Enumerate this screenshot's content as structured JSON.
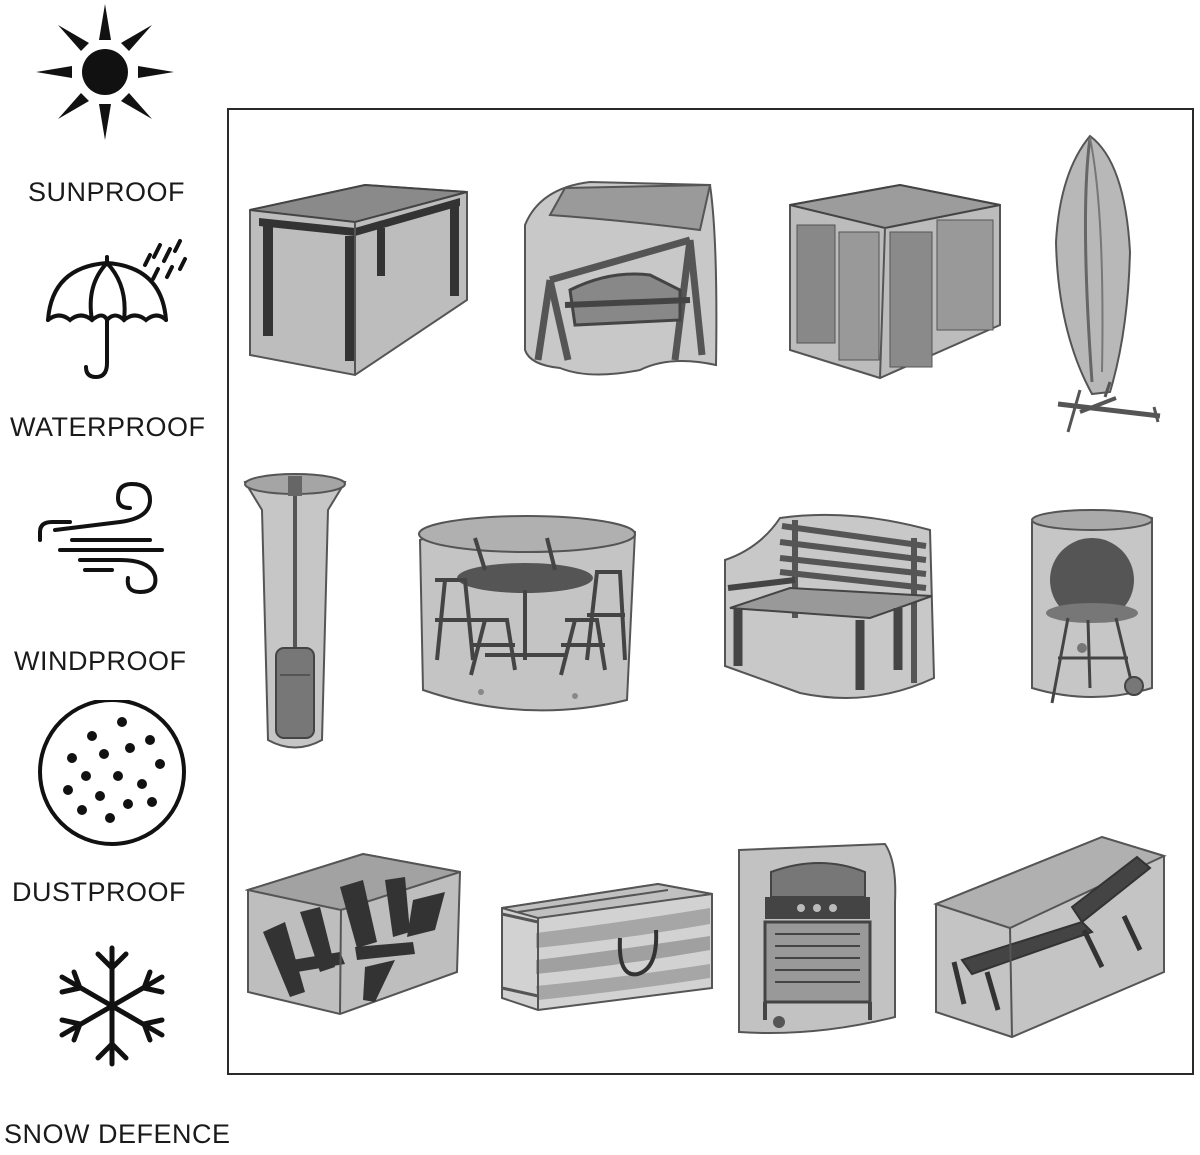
{
  "features": [
    {
      "label": "SUNPROOF",
      "icon": "sun-icon"
    },
    {
      "label": "WATERPROOF",
      "icon": "umbrella-rain-icon"
    },
    {
      "label": "WINDPROOF",
      "icon": "wind-icon"
    },
    {
      "label": "DUSTPROOF",
      "icon": "dust-circle-icon"
    },
    {
      "label": "SNOW DEFENCE",
      "icon": "snowflake-icon"
    }
  ],
  "products": [
    {
      "icon": "rectangular-table-cover-icon"
    },
    {
      "icon": "swing-seat-cover-icon"
    },
    {
      "icon": "square-cube-cover-icon"
    },
    {
      "icon": "cantilever-parasol-cover-icon"
    },
    {
      "icon": "patio-heater-cover-icon"
    },
    {
      "icon": "round-table-set-cover-icon"
    },
    {
      "icon": "garden-bench-cover-icon"
    },
    {
      "icon": "kettle-bbq-cover-icon"
    },
    {
      "icon": "stacked-chairs-cover-icon"
    },
    {
      "icon": "cushion-storage-bag-icon"
    },
    {
      "icon": "gas-bbq-cover-icon"
    },
    {
      "icon": "sun-lounger-cover-icon"
    }
  ],
  "colors": {
    "ink": "#1a1a1a",
    "cover": "#9a9a9a",
    "frame": "#2a2a2a"
  }
}
